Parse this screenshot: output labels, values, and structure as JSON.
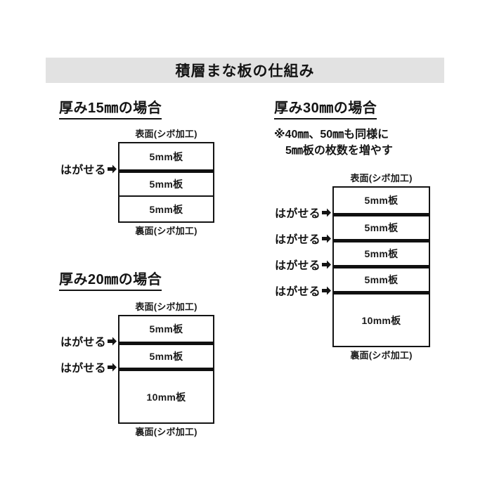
{
  "page": {
    "background_color": "#ffffff",
    "ink_color": "#141414"
  },
  "title_bar": {
    "label": "積層まな板の仕組み",
    "background_color": "#e2e2e2"
  },
  "common": {
    "top_face_label": "表面(シボ加工)",
    "bottom_face_label": "裏面(シボ加工)",
    "peel_label": "はがせる",
    "arrow_icon": "right-arrow-icon"
  },
  "sections": {
    "thickness_15": {
      "heading": "厚み15㎜の場合",
      "top_face_label": "表面(シボ加工)",
      "bottom_face_label": "裏面(シボ加工)",
      "layers": [
        {
          "label": "5mm板",
          "separator": "none"
        },
        {
          "label": "5mm板",
          "separator": "thick"
        },
        {
          "label": "5mm板",
          "separator": "thin"
        }
      ],
      "peel_markers": [
        {
          "label": "はがせる"
        }
      ]
    },
    "thickness_20": {
      "heading": "厚み20㎜の場合",
      "top_face_label": "表面(シボ加工)",
      "bottom_face_label": "裏面(シボ加工)",
      "layers": [
        {
          "label": "5mm板",
          "separator": "none"
        },
        {
          "label": "5mm板",
          "separator": "thick"
        },
        {
          "label": "10mm板",
          "separator": "thick"
        }
      ],
      "peel_markers": [
        {
          "label": "はがせる"
        },
        {
          "label": "はがせる"
        }
      ]
    },
    "thickness_30": {
      "heading": "厚み30㎜の場合",
      "note_line1": "※40㎜、50㎜も同様に",
      "note_line2": "5㎜板の枚数を増やす",
      "top_face_label": "表面(シボ加工)",
      "bottom_face_label": "裏面(シボ加工)",
      "layers": [
        {
          "label": "5mm板",
          "separator": "none"
        },
        {
          "label": "5mm板",
          "separator": "thick"
        },
        {
          "label": "5mm板",
          "separator": "thick"
        },
        {
          "label": "5mm板",
          "separator": "thick"
        },
        {
          "label": "10mm板",
          "separator": "thick"
        }
      ],
      "peel_markers": [
        {
          "label": "はがせる"
        },
        {
          "label": "はがせる"
        },
        {
          "label": "はがせる"
        },
        {
          "label": "はがせる"
        }
      ]
    }
  }
}
